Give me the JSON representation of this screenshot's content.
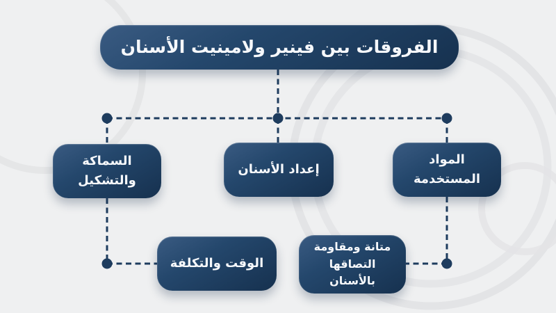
{
  "diagram": {
    "title": "الفروقات بين فينير ولامينيت الأسنان",
    "direction": "rtl",
    "nodes": [
      {
        "id": "thickness-shaping",
        "label": "السماكة والتشكيل"
      },
      {
        "id": "teeth-preparation",
        "label": "إعداد الأسنان"
      },
      {
        "id": "materials-used",
        "label": "المواد المستخدمة"
      },
      {
        "id": "time-cost",
        "label": "الوقت والتكلفة"
      },
      {
        "id": "durability-adhesion",
        "label": "متانة ومقاومة التصاقها بالأسنان"
      }
    ],
    "colors": {
      "background": "#eff0f1",
      "node_gradient_top": "#3a5b82",
      "node_gradient_bottom": "#16314f",
      "node_text": "#f6f8fb",
      "connector": "#1e3c5e",
      "decor_ring": "#e3e4e6"
    }
  }
}
